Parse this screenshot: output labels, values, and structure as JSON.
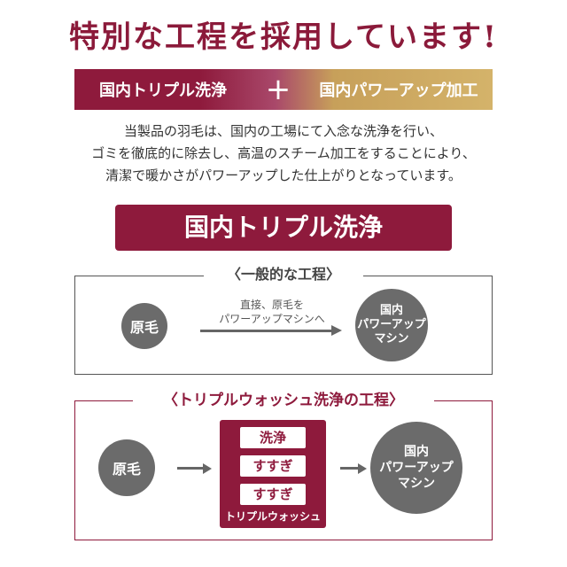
{
  "headline": "特別な工程を採用しています!",
  "banner": {
    "left": "国内トリプル洗浄",
    "plus": "+",
    "right": "国内パワーアップ加工"
  },
  "description": [
    "当製品の羽毛は、国内の工場にて入念な洗浄を行い、",
    "ゴミを徹底的に除去し、高温のスチーム加工をすることにより、",
    "清潔で暖かさがパワーアップした仕上がりとなっています。"
  ],
  "section_title": "国内トリプル洗浄",
  "general": {
    "label": "〈一般的な工程〉",
    "source": "原毛",
    "arrow_text": [
      "直接、原毛を",
      "パワーアップマシンへ"
    ],
    "target": [
      "国内",
      "パワーアップ",
      "マシン"
    ]
  },
  "triple": {
    "label": "〈トリプルウォッシュ洗浄の工程〉",
    "source": "原毛",
    "steps": [
      "洗浄",
      "すすぎ",
      "すすぎ"
    ],
    "process_label": "トリプルウォッシュ",
    "target": [
      "国内",
      "パワーアップ",
      "マシン"
    ]
  },
  "colors": {
    "brand": "#8e1a3c",
    "gold": "#d4b36a",
    "circle_gray": "#6b6b6b"
  }
}
